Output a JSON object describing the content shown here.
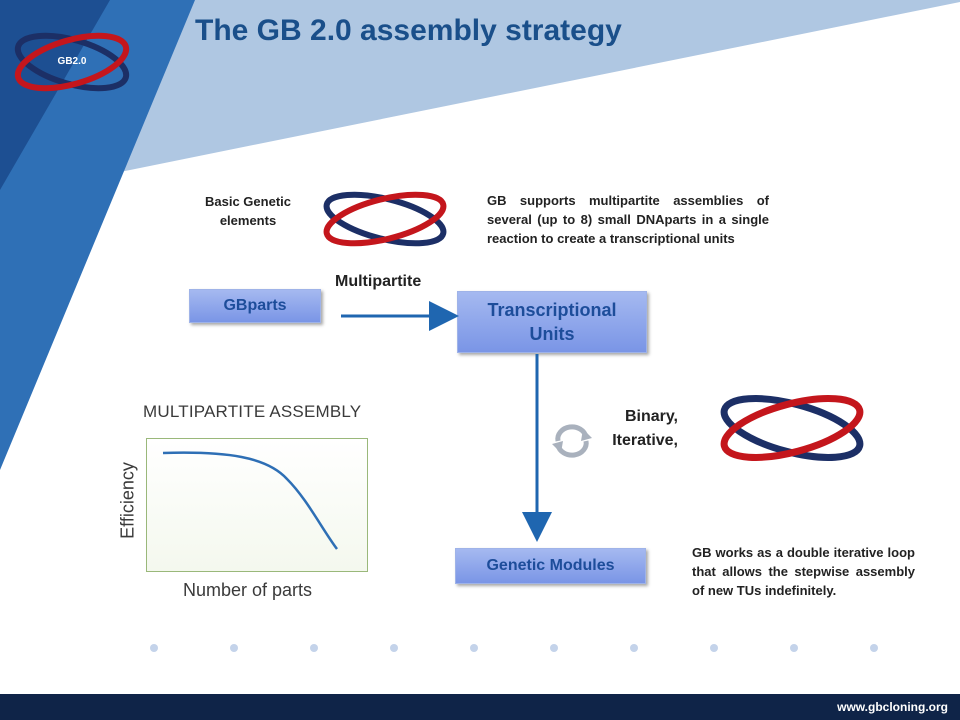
{
  "title": "The GB 2.0 assembly strategy",
  "logo": {
    "text": "GB2.0"
  },
  "labels": {
    "basic_genetic": "Basic Genetic elements",
    "multipartite": "Multipartite",
    "binary": "Binary,",
    "iterative": "Iterative,"
  },
  "boxes": {
    "gbparts": "GBparts",
    "tu_line1": "Transcriptional",
    "tu_line2": "Units",
    "genetic_modules": "Genetic Modules"
  },
  "text_blocks": {
    "multipartite_desc": "GB supports multipartite assemblies of several (up to 8) small DNAparts in a single reaction to create a transcriptional units",
    "iterative_desc": "GB works as a double iterative loop that allows the stepwise assembly of new TUs indefinitely."
  },
  "inset_chart": {
    "title": "MULTIPARTITE ASSEMBLY",
    "xlabel": "Number of parts",
    "ylabel": "Efficiency"
  },
  "footer": {
    "url": "www.gbcloning.org"
  },
  "colors": {
    "title": "#1a4f8a",
    "box_text": "#1d4d9a",
    "arrow": "#1f66b0",
    "ring_red": "#c4161c",
    "ring_navy": "#1c2f66",
    "footer_bg": "#0f2448"
  },
  "icons": [
    "gb-logo-rings",
    "rings-multipartite",
    "rings-binary",
    "cycle-icon"
  ]
}
